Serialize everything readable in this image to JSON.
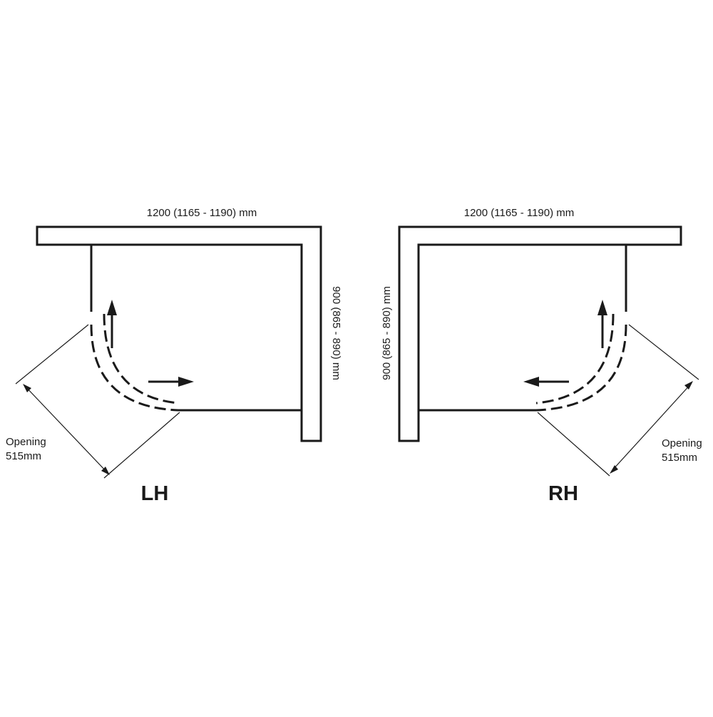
{
  "left_plan": {
    "width_label": "1200 (1165 - 1190) mm",
    "depth_label": "900 (865 - 890) mm",
    "opening_label_line1": "Opening",
    "opening_label_line2": "515mm",
    "hand_label": "LH"
  },
  "right_plan": {
    "width_label": "1200 (1165 - 1190) mm",
    "depth_label": "900 (865 - 890) mm",
    "opening_label_line1": "Opening",
    "opening_label_line2": "515mm",
    "hand_label": "RH"
  },
  "colors": {
    "line": "#1a1a1a",
    "background": "#ffffff"
  }
}
